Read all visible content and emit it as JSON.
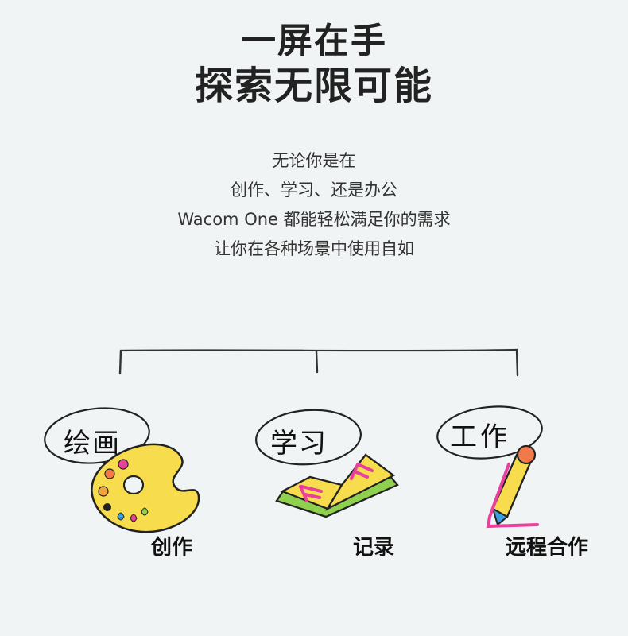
{
  "header": {
    "title_line1": "一屏在手",
    "title_line2": "探索无限可能"
  },
  "description": {
    "lines": [
      "无论你是在",
      "创作、学习、还是办公",
      "Wacom One 都能轻松满足你的需求",
      "让你在各种场景中使用自如"
    ]
  },
  "features": [
    {
      "bubble": "绘画",
      "caption": "创作",
      "icon": "palette-icon"
    },
    {
      "bubble": "学习",
      "caption": "记录",
      "icon": "book-icon"
    },
    {
      "bubble": "工作",
      "caption": "远程合作",
      "icon": "pencil-icon"
    }
  ],
  "colors": {
    "background": "#f1f4f4",
    "palette_yellow": "#f7dd4e",
    "book_green": "#8fd14f",
    "book_pink": "#e8419d",
    "pencil_orange": "#f2794a",
    "pencil_blue": "#3aa0e0"
  }
}
